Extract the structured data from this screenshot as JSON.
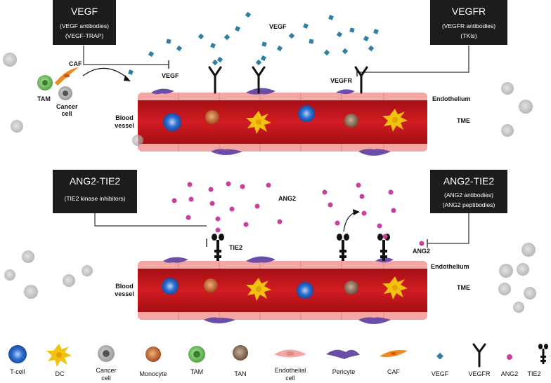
{
  "panels": {
    "vegf_box": {
      "title": "VEGF",
      "lines": [
        "(VEGF antibodies)",
        "(VEGF-TRAP)"
      ]
    },
    "vegfr_box": {
      "title": "VEGFR",
      "lines": [
        "(VEGFR antibodies)",
        "(TKIs)"
      ]
    },
    "ang2tie2_left_box": {
      "title": "ANG2-TIE2",
      "lines": [
        "(TIE2 kinase inhibitors)"
      ]
    },
    "ang2tie2_right_box": {
      "title": "ANG2-TIE2",
      "lines": [
        "(ANG2 antibodies)",
        "(ANG2 peptibodies)"
      ]
    }
  },
  "labels": {
    "caf": "CAF",
    "tam": "TAM",
    "cancer_cell": "Cancer cell",
    "vegf": "VEGF",
    "vegf_cloud": "VEGF",
    "vegfr": "VEGFR",
    "endothelium": "Endothelium",
    "tme": "TME",
    "blood_vessel": "Blood vessel",
    "ang2": "ANG2",
    "ang2_free": "ANG2",
    "tie2": "TIE2"
  },
  "legend": [
    {
      "label": "T-cell",
      "icon": "t-cell-icon"
    },
    {
      "label": "DC",
      "icon": "dendritic-cell-icon"
    },
    {
      "label": "Cancer cell",
      "icon": "cancer-cell-icon"
    },
    {
      "label": "Monocyte",
      "icon": "monocyte-icon"
    },
    {
      "label": "TAM",
      "icon": "tam-icon"
    },
    {
      "label": "TAN",
      "icon": "tan-icon"
    },
    {
      "label": "Endothelial cell",
      "icon": "endothelial-cell-icon"
    },
    {
      "label": "Pericyte",
      "icon": "pericyte-icon"
    },
    {
      "label": "CAF",
      "icon": "caf-icon"
    },
    {
      "label": "VEGF",
      "icon": "vegf-icon"
    },
    {
      "label": "VEGFR",
      "icon": "vegfr-icon"
    },
    {
      "label": "ANG2",
      "icon": "ang2-icon"
    },
    {
      "label": "TIE2",
      "icon": "tie2-icon"
    }
  ],
  "colors": {
    "vessel_red": "#c4161c",
    "endothelium_pink": "#f2a7a4",
    "pericyte_purple": "#6a4ea8",
    "vegf_teal": "#2f7fa3",
    "ang2_magenta": "#cc3d9e",
    "box_black": "#1c1c1c",
    "tcell_blue": "#2d6fd0",
    "dc_yellow": "#f2c20f",
    "monocyte_brown": "#b85a22",
    "tam_green": "#6cc05a",
    "tan_brown": "#8a6c55",
    "caf_orange": "#f08a20"
  }
}
